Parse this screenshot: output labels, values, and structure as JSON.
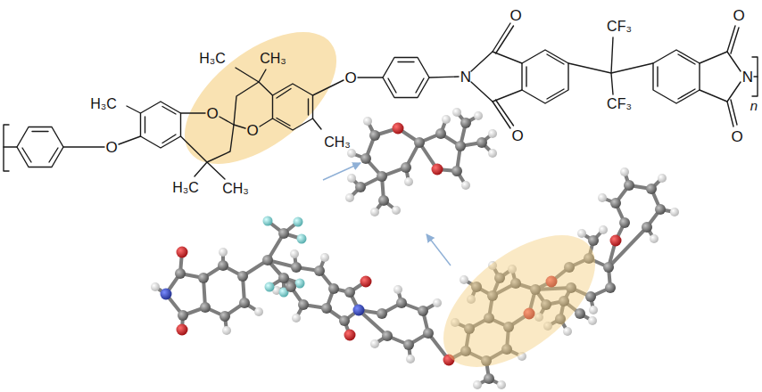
{
  "diagram": {
    "labels": [
      "O",
      "O",
      "CF₃",
      "H₃C",
      "CH₃",
      "O",
      "N",
      "N",
      "H₃C",
      "CF₃",
      "O",
      "n",
      "O",
      "O",
      "O",
      "CH₃",
      "O",
      "H₃C",
      "CH₃"
    ]
  }
}
